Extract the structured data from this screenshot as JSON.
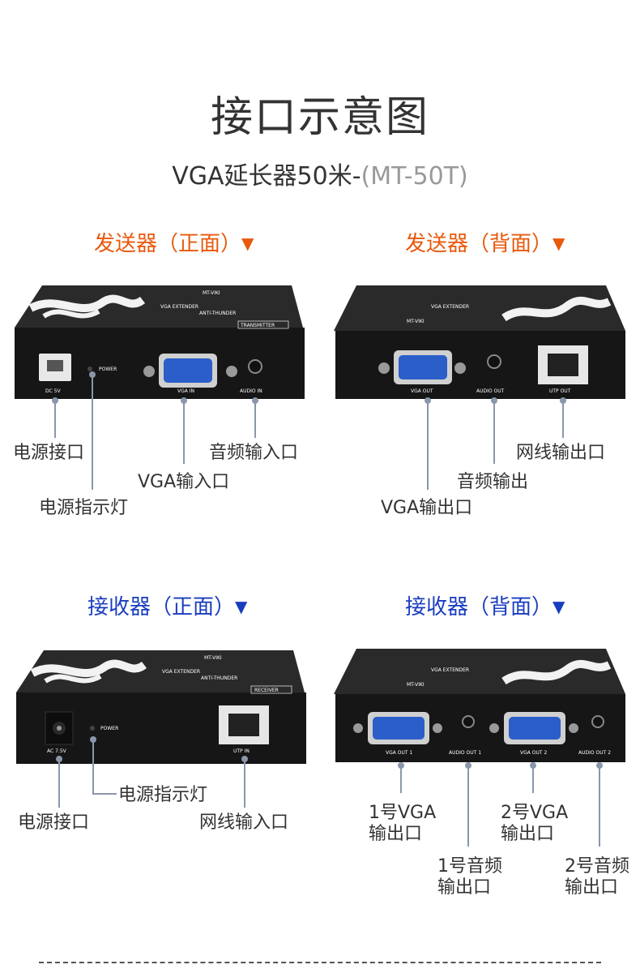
{
  "title": "接口示意图",
  "subtitle": {
    "main": "VGA延长器50米-",
    "model": "(MT-50T)"
  },
  "sections": {
    "tx_front": "发送器（正面）",
    "tx_back": "发送器（背面）",
    "rx_front": "接收器（正面）",
    "rx_back": "接收器（背面）",
    "arrow": "▼"
  },
  "colors": {
    "transmitter": "#e8590c",
    "receiver": "#1a3dbf",
    "device": "#1e1e1e",
    "leader": "#8a97ab",
    "vga_port": "#2b5ec9"
  },
  "device": {
    "brand": "MT-VIKI",
    "product": "VGA EXTENDER",
    "sub": "ANTI-THUNDER",
    "tx_tag": "TRANSMITTER",
    "rx_tag": "RECEIVER",
    "ports": {
      "dc5v": "DC 5V",
      "power": "POWER",
      "vga_in": "VGA IN",
      "audio_in": "AUDIO IN",
      "vga_out": "VGA OUT",
      "audio_out": "AUDIO OUT",
      "utp_out": "UTP OUT",
      "ac75v": "AC 7.5V",
      "utp_in": "UTP IN",
      "vga_out1": "VGA OUT 1",
      "audio_out1": "AUDIO OUT 1",
      "vga_out2": "VGA OUT 2",
      "audio_out2": "AUDIO OUT 2"
    }
  },
  "callouts": {
    "tx_front": {
      "power_jack": "电源接口",
      "power_led": "电源指示灯",
      "vga_in": "VGA输入口",
      "audio_in": "音频输入口"
    },
    "tx_back": {
      "vga_out": "VGA输出口",
      "audio_out": "音频输出",
      "utp_out": "网线输出口"
    },
    "rx_front": {
      "power_jack": "电源接口",
      "power_led": "电源指示灯",
      "utp_in": "网线输入口"
    },
    "rx_back": {
      "vga_out1_a": "1号VGA",
      "vga_out1_b": "输出口",
      "audio_out1_a": "1号音频",
      "audio_out1_b": "输出口",
      "vga_out2_a": "2号VGA",
      "vga_out2_b": "输出口",
      "audio_out2_a": "2号音频",
      "audio_out2_b": "输出口"
    }
  }
}
